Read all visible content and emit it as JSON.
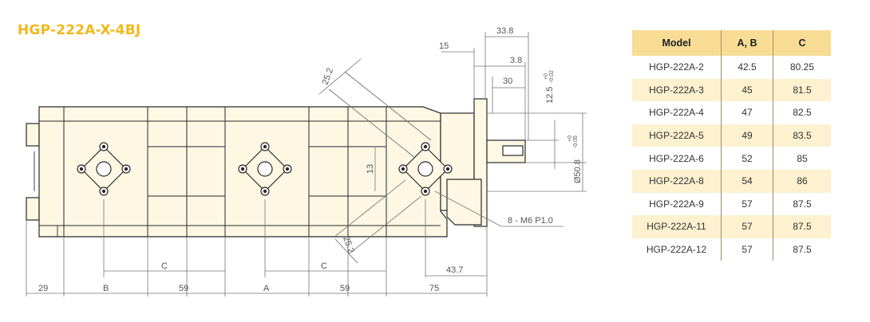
{
  "title": "HGP-222A-X-4BJ",
  "drawing": {
    "dim_15": "15",
    "dim_33_8": "33.8",
    "dim_3_8": "3.8",
    "dim_30": "30",
    "dim_12_5": "12.5",
    "tol_12_5_upper": "+0",
    "tol_12_5_lower": "-0.02",
    "dim_25_2_top": "25.2",
    "dim_25_2_bottom": "25.2",
    "dim_13": "13",
    "dim_phi50_8": "Ø50.8",
    "tol_phi_upper": "+0",
    "tol_phi_lower": "-0.05",
    "thread_note": "8 - M6 P1.0",
    "dim_C_left": "C",
    "dim_C_right": "C",
    "dim_43_7": "43.7",
    "dim_29": "29",
    "dim_B": "B",
    "dim_59_left": "59",
    "dim_A": "A",
    "dim_59_right": "59",
    "dim_75": "75"
  },
  "table": {
    "headers": [
      "Model",
      "A, B",
      "C"
    ],
    "rows": [
      [
        "HGP-222A-2",
        "42.5",
        "80.25"
      ],
      [
        "HGP-222A-3",
        "45",
        "81.5"
      ],
      [
        "HGP-222A-4",
        "47",
        "82.5"
      ],
      [
        "HGP-222A-5",
        "49",
        "83.5"
      ],
      [
        "HGP-222A-6",
        "52",
        "85"
      ],
      [
        "HGP-222A-8",
        "54",
        "86"
      ],
      [
        "HGP-222A-9",
        "57",
        "87.5"
      ],
      [
        "HGP-222A-11",
        "57",
        "87.5"
      ],
      [
        "HGP-222A-12",
        "57",
        "87.5"
      ]
    ]
  },
  "colors": {
    "title": "#f2b81c",
    "body_fill": "#fdf7e3",
    "header_bg": "#f8dc94",
    "stripe_bg": "#fdf1cf"
  }
}
